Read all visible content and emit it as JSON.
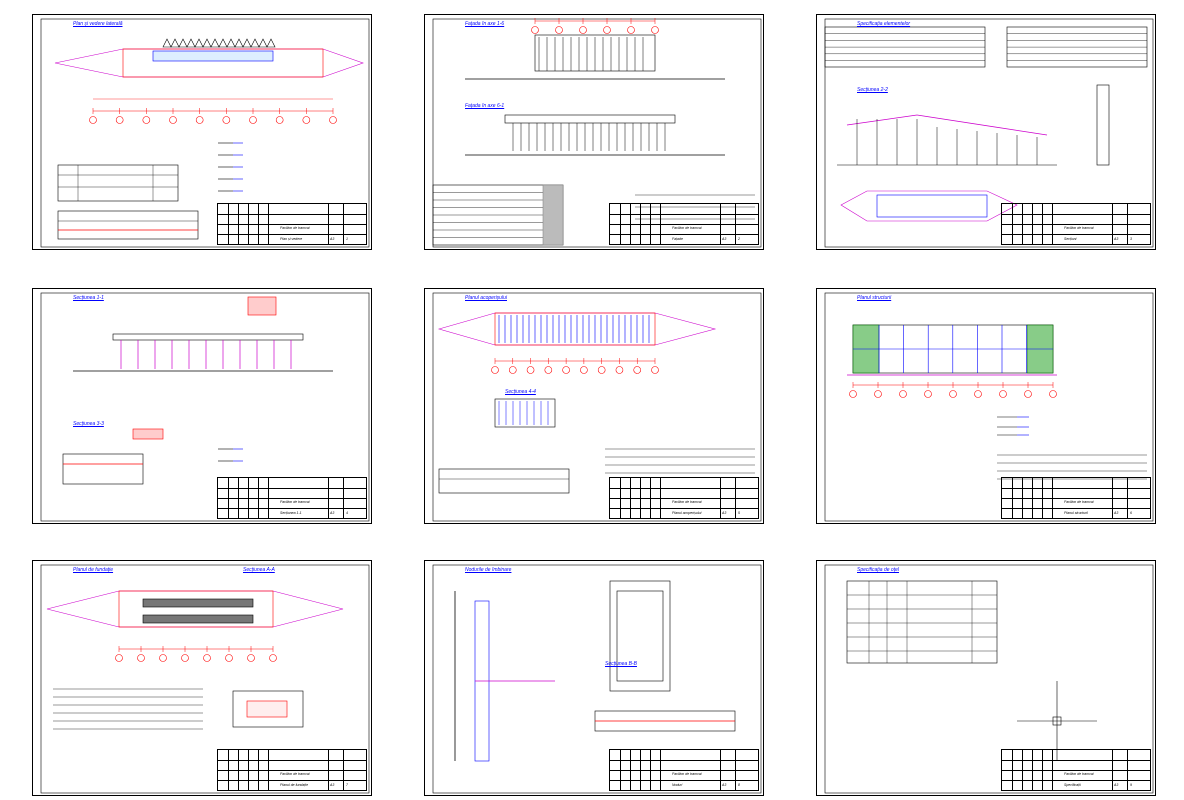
{
  "sheets": [
    {
      "id": "s1",
      "title": "Plan și vedere laterală",
      "stamp_a": "Pavilion de tramvai",
      "stamp_b": "Plan și vedere",
      "format": "A3",
      "sheet_no": "1"
    },
    {
      "id": "s2",
      "title": "Fațada în axe 1-6",
      "title2": "Fațada în axe 6-1",
      "stamp_a": "Pavilion de tramvai",
      "stamp_b": "Fațade",
      "format": "A3",
      "sheet_no": "2"
    },
    {
      "id": "s3",
      "title": "Specificația elementelor",
      "title2": "Secțiunea 2-2",
      "stamp_a": "Pavilion de tramvai",
      "stamp_b": "Secțiuni",
      "format": "A3",
      "sheet_no": "3"
    },
    {
      "id": "s4",
      "title": "Secțiunea 1-1",
      "title2": "Secțiunea 3-3",
      "stamp_a": "Pavilion de tramvai",
      "stamp_b": "Secțiunea 1-1",
      "format": "A3",
      "sheet_no": "4"
    },
    {
      "id": "s5",
      "title": "Planul acoperișului",
      "title2": "Secțiunea 4-4",
      "stamp_a": "Pavilion de tramvai",
      "stamp_b": "Planul acoperișului",
      "format": "A3",
      "sheet_no": "5"
    },
    {
      "id": "s6",
      "title": "Planul structurii",
      "stamp_a": "Pavilion de tramvai",
      "stamp_b": "Planul structurii",
      "format": "A3",
      "sheet_no": "6"
    },
    {
      "id": "s7",
      "title": "Planul de fundație",
      "title2": "Secțiunea A-A",
      "stamp_a": "Pavilion de tramvai",
      "stamp_b": "Planul de fundație",
      "format": "A3",
      "sheet_no": "7"
    },
    {
      "id": "s8",
      "title": "Nodurile de îmbinare",
      "title2": "Secțiunea B-B",
      "stamp_a": "Pavilion de tramvai",
      "stamp_b": "Noduri",
      "format": "A3",
      "sheet_no": "8"
    },
    {
      "id": "s9",
      "title": "Specificația de oțel",
      "stamp_a": "Pavilion de tramvai",
      "stamp_b": "Specificații",
      "format": "A3",
      "sheet_no": "9"
    }
  ],
  "colors": {
    "red": "#ff0000",
    "blue": "#0000ff",
    "magenta": "#cc00cc",
    "green": "#008000",
    "ink": "#000000"
  }
}
